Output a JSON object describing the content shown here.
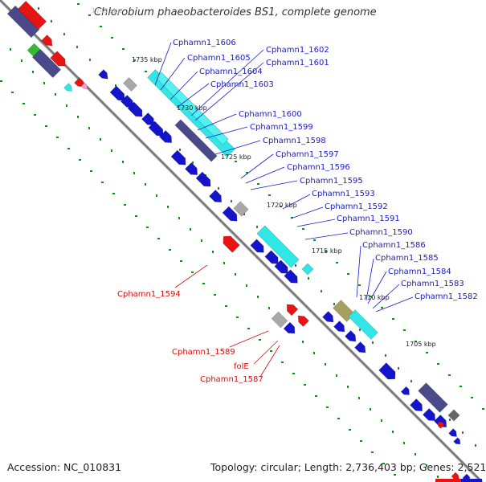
{
  "title": "Chlorobium phaeobacteroides BS1, complete genome",
  "faded_tick": "1740 kbp",
  "ticks": [
    "1735 kbp",
    "1730 kbp",
    "1725 kbp",
    "1720 kbp",
    "1715 kbp",
    "1710 kbp",
    "1705 kbp"
  ],
  "gene_labels_blue": [
    "Cphamn1_1606",
    "Cphamn1_1605",
    "Cphamn1_1604",
    "Cphamn1_1603",
    "Cphamn1_1602",
    "Cphamn1_1601",
    "Cphamn1_1600",
    "Cphamn1_1599",
    "Cphamn1_1598",
    "Cphamn1_1597",
    "Cphamn1_1596",
    "Cphamn1_1595",
    "Cphamn1_1593",
    "Cphamn1_1592",
    "Cphamn1_1591",
    "Cphamn1_1590",
    "Cphamn1_1586",
    "Cphamn1_1585",
    "Cphamn1_1584",
    "Cphamn1_1583",
    "Cphamn1_1582"
  ],
  "gene_labels_red": [
    "Cphamn1_1594",
    "Cphamn1_1589",
    "folE",
    "Cphamn1_1587"
  ],
  "footer": {
    "accession": "Accession: NC_010831",
    "summary": "Topology: circular; Length: 2,736,403 bp; Genes: 2,521"
  },
  "colors": {
    "blue_label": "#1a1acc",
    "red_label": "#cc1111",
    "gene_blue": "#1414cc",
    "gene_red": "#e81414",
    "gene_cyan": "#33e6e6",
    "gene_navy": "#4a4a8a",
    "gene_gray": "#a8a8a8",
    "gene_olive": "#a8a060",
    "gene_green": "#33bb33",
    "gene_pink": "#ff9ac8",
    "gene_darkgray": "#666666",
    "dots": "#1a8a1a",
    "backbone": "#808080"
  }
}
